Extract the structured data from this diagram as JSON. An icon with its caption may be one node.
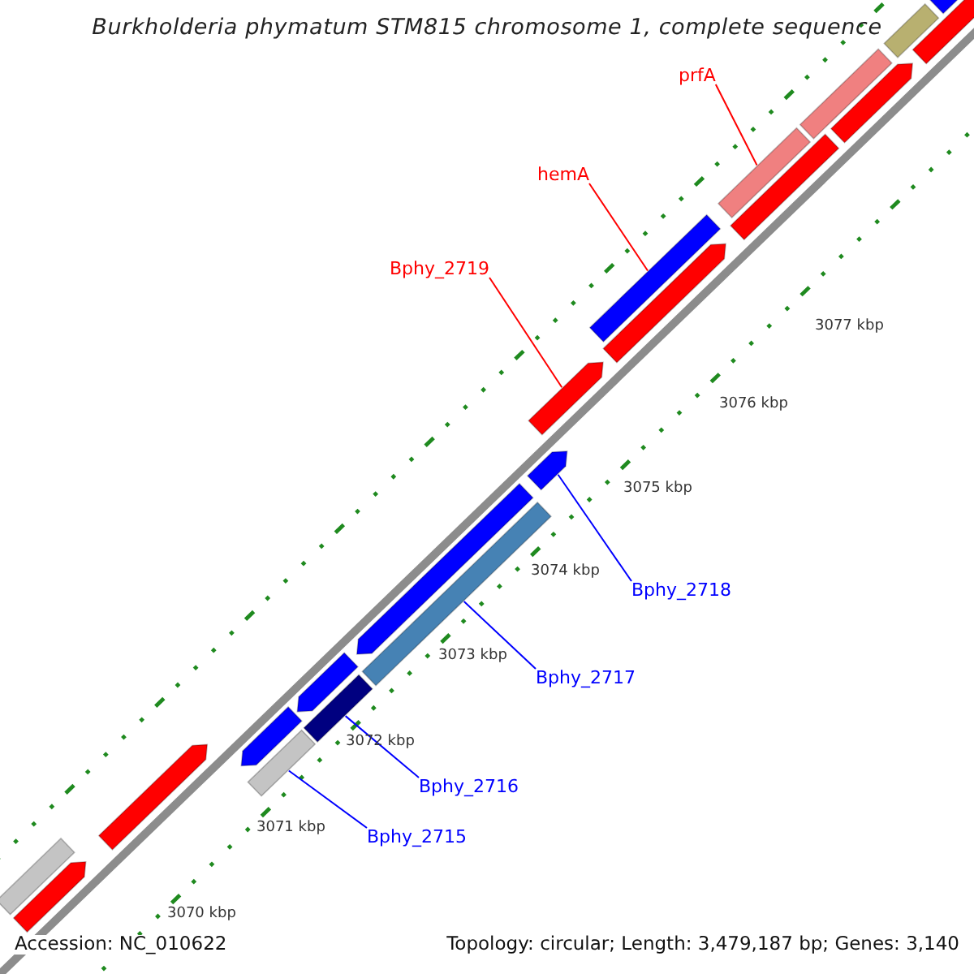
{
  "diagram": {
    "title": "Burkholderia phymatum STM815 chromosome 1, complete sequence",
    "nodes": [
      {
        "text": [
          "prfA"
        ]
      },
      {
        "text": [
          "hemA"
        ]
      },
      {
        "text": [
          "Bphy_2719"
        ]
      },
      {
        "text": [
          "Bphy_2718"
        ]
      },
      {
        "text": [
          "Bphy_2717"
        ]
      },
      {
        "text": [
          "Bphy_2716"
        ]
      },
      {
        "text": [
          "Bphy_2715"
        ]
      },
      {
        "text": [],
        "shape": "bar"
      },
      {
        "text": [],
        "shape": "arrow"
      },
      {
        "text": [],
        "shape": "arrow"
      },
      {
        "text": [],
        "shape": "bar"
      },
      {
        "text": [],
        "shape": "arrow"
      },
      {
        "text": [],
        "shape": "bar"
      },
      {
        "text": [],
        "shape": "arrow"
      },
      {
        "text": [],
        "shape": "bar"
      },
      {
        "text": [],
        "shape": "arrow"
      },
      {
        "text": [],
        "shape": "arrow"
      },
      {
        "text": [],
        "shape": "arrow"
      },
      {
        "text": [],
        "shape": "arrow"
      },
      {
        "text": [],
        "shape": "bar"
      },
      {
        "text": [],
        "shape": "bar"
      },
      {
        "text": [],
        "shape": "bar"
      },
      {
        "text": [],
        "shape": "arrow"
      },
      {
        "text": [],
        "shape": "bar"
      },
      {
        "text": [],
        "shape": "bar"
      },
      {
        "text": [],
        "shape": "bar"
      },
      {
        "text": [],
        "shape": "bar"
      }
    ],
    "edges": [
      {
        "from": 0,
        "to": 21,
        "arrow": "none",
        "color": "#ff0000"
      },
      {
        "from": 1,
        "to": 19,
        "arrow": "none",
        "color": "#ff0000"
      },
      {
        "from": 2,
        "to": 17,
        "arrow": "none",
        "color": "#ff0000"
      },
      {
        "from": 3,
        "to": 16,
        "arrow": "none"
      },
      {
        "from": 4,
        "to": 14,
        "arrow": "none"
      },
      {
        "from": 5,
        "to": 12,
        "arrow": "none"
      },
      {
        "from": 6,
        "to": 10,
        "arrow": "none"
      }
    ],
    "labels": [
      "3077 kbp",
      "3076 kbp",
      "3075 kbp",
      "3074 kbp",
      "3073 kbp",
      "3072 kbp",
      "3071 kbp",
      "3070 kbp",
      "Accession: NC_010622",
      "Topology: circular; Length: 3,479,187 bp; Genes: 3,140"
    ]
  }
}
